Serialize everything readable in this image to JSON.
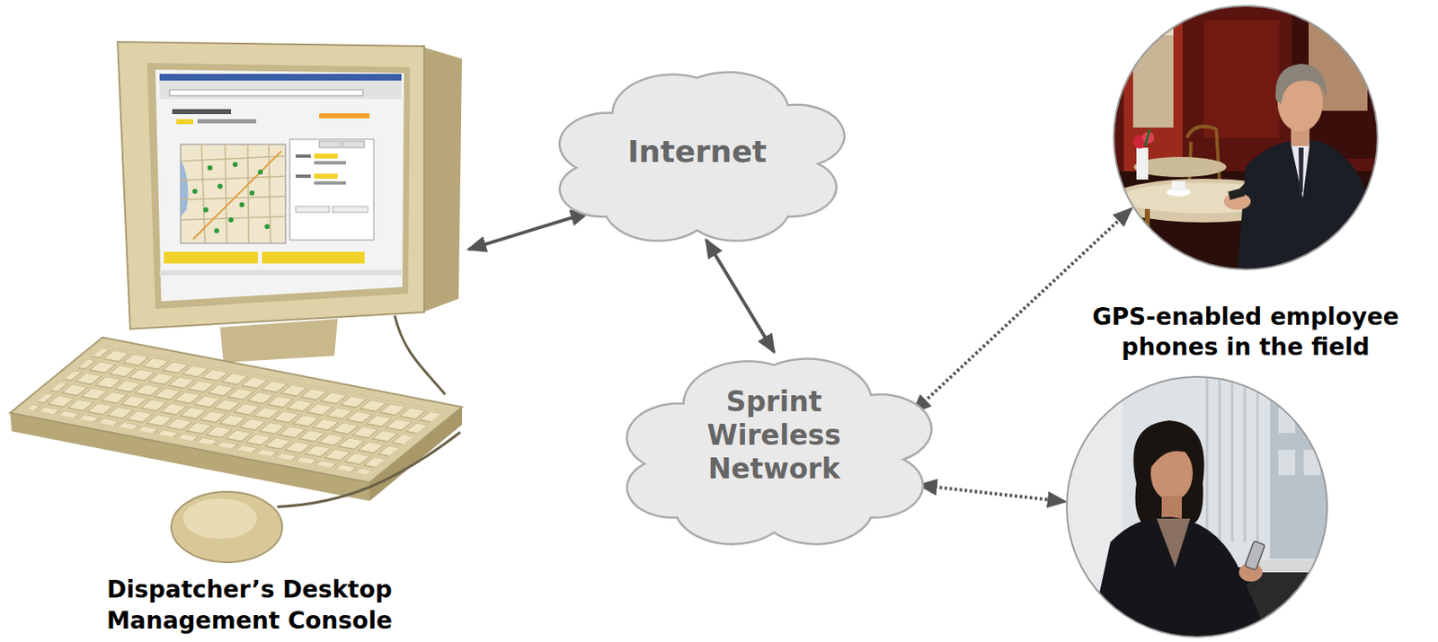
{
  "diagram": {
    "nodes": [
      {
        "text": [
          "Dispatcher’s Desktop Management Console"
        ]
      },
      {
        "text": [
          "Internet"
        ]
      },
      {
        "text": [
          "Sprint Wireless Network"
        ]
      },
      {
        "text": [
          "GPS-enabled employee phones in the field"
        ]
      },
      {
        "text": []
      }
    ],
    "edges": [
      {
        "from": 0,
        "to": 1,
        "arrow": "both"
      },
      {
        "from": 1,
        "to": 2,
        "arrow": "both"
      },
      {
        "from": 2,
        "to": 3,
        "arrow": "both"
      },
      {
        "from": 2,
        "to": 4,
        "arrow": "both"
      }
    ]
  }
}
